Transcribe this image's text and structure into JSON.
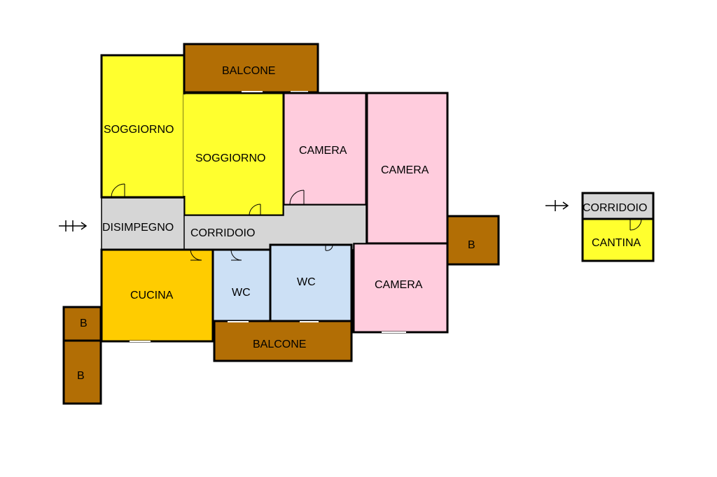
{
  "colors": {
    "living": "#ffff2e",
    "bedroom": "#ffccdd",
    "kitchen": "#ffcc00",
    "bath": "#cce0f5",
    "corridor": "#d6d6d6",
    "balcony": "#b26e05",
    "cellar": "#ffff2e",
    "wall": "#000000"
  },
  "rooms": {
    "soggiorno_a": "SOGGIORNO",
    "soggiorno_b": "SOGGIORNO",
    "camera_1": "CAMERA",
    "camera_2": "CAMERA",
    "camera_3": "CAMERA",
    "disimpegno": "DISIMPEGNO",
    "corridoio": "CORRIDOIO",
    "cucina": "CUCINA",
    "wc_1": "WC",
    "wc_2": "WC",
    "balcone_top": "BALCONE",
    "balcone_bottom": "BALCONE",
    "b_right": "B",
    "b_left_top": "B",
    "b_left_bottom": "B",
    "corridoio_cellar": "CORRIDOIO",
    "cantina": "CANTINA"
  },
  "icons": {
    "entrance_main": "entrance-arrow-icon",
    "entrance_cellar": "entrance-arrow-icon"
  }
}
